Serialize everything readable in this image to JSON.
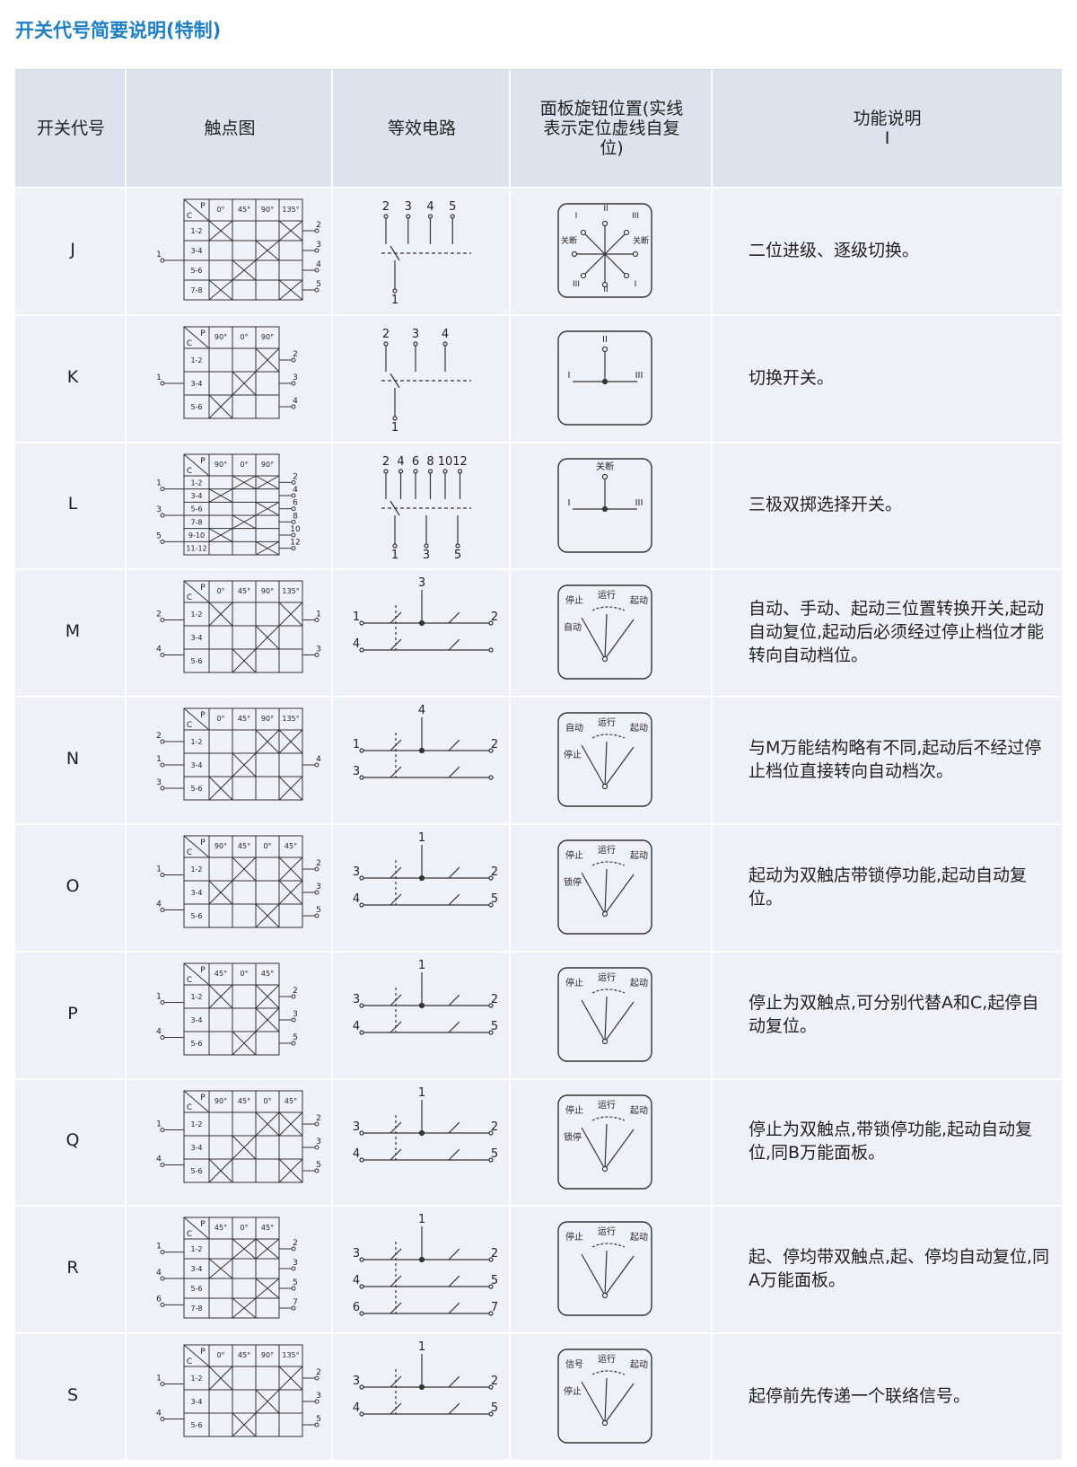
{
  "title": "开关代号简要说明(特制)",
  "headers": {
    "code": "开关代号",
    "contact": "触点图",
    "circuit": "等效电路",
    "knob": "面板旋钮位置(实线表示定位虚线自复位)",
    "function": "功能说明",
    "function_sub": "I"
  },
  "rows": [
    {
      "code": "J",
      "function": "二位进级、逐级切换。",
      "contact": {
        "angles": [
          "0°",
          "45°",
          "90°",
          "135°"
        ],
        "rows": [
          "1-2",
          "3-4",
          "5-6",
          "7-8"
        ],
        "left": [
          "1"
        ],
        "right": [
          "2",
          "3",
          "4",
          "5"
        ]
      },
      "circuit_labels": [
        "2",
        "3",
        "4",
        "5",
        "1"
      ],
      "knob_labels": [
        "I",
        "II",
        "III",
        "关断",
        "关断",
        "III",
        "II",
        "I"
      ]
    },
    {
      "code": "K",
      "function": "切换开关。",
      "contact": {
        "angles": [
          "90°",
          "0°",
          "90°"
        ],
        "rows": [
          "1-2",
          "3-4",
          "5-6"
        ],
        "left": [
          "1"
        ],
        "right": [
          "2",
          "3",
          "4"
        ]
      },
      "circuit_labels": [
        "2",
        "3",
        "4",
        "1"
      ],
      "knob_labels": [
        "II",
        "I",
        "III"
      ]
    },
    {
      "code": "L",
      "function": "三极双掷选择开关。",
      "contact": {
        "angles": [
          "90°",
          "0°",
          "90°"
        ],
        "rows": [
          "1-2",
          "3-4",
          "5-6",
          "7-8",
          "9-10",
          "11-12"
        ],
        "left": [
          "1",
          "3",
          "5"
        ],
        "right": [
          "2",
          "4",
          "6",
          "8",
          "10",
          "12"
        ]
      },
      "circuit_labels": [
        "2",
        "4",
        "6",
        "8",
        "10",
        "12",
        "1",
        "3",
        "5"
      ],
      "knob_labels": [
        "关断",
        "I",
        "III"
      ]
    },
    {
      "code": "M",
      "function": "自动、手动、起动三位置转换开关,起动自动复位,起动后必须经过停止档位才能转向自动档位。",
      "contact": {
        "angles": [
          "0°",
          "45°",
          "90°",
          "135°"
        ],
        "rows": [
          "1-2",
          "3-4",
          "5-6"
        ],
        "left": [
          "2",
          "4"
        ],
        "right": [
          "1",
          "3"
        ]
      },
      "circuit_labels": [
        "3",
        "1",
        "2",
        "4"
      ],
      "knob_labels": [
        "停止",
        "运行",
        "起动",
        "自动"
      ]
    },
    {
      "code": "N",
      "function": "与M万能结构略有不同,起动后不经过停止档位直接转向自动档次。",
      "contact": {
        "angles": [
          "0°",
          "45°",
          "90°",
          "135°"
        ],
        "rows": [
          "1-2",
          "3-4",
          "5-6"
        ],
        "left": [
          "2",
          "1",
          "3"
        ],
        "right": [
          "4"
        ]
      },
      "circuit_labels": [
        "4",
        "1",
        "2",
        "3"
      ],
      "knob_labels": [
        "自动",
        "运行",
        "起动",
        "停止"
      ]
    },
    {
      "code": "O",
      "function": "起动为双触店带锁停功能,起动自动复位。",
      "contact": {
        "angles": [
          "90°",
          "45°",
          "0°",
          "45°"
        ],
        "rows": [
          "1-2",
          "3-4",
          "5-6"
        ],
        "left": [
          "1",
          "4"
        ],
        "right": [
          "2",
          "3",
          "5"
        ]
      },
      "circuit_labels": [
        "1",
        "3",
        "2",
        "4",
        "5"
      ],
      "knob_labels": [
        "停止",
        "运行",
        "起动",
        "锁停"
      ]
    },
    {
      "code": "P",
      "function": "停止为双触点,可分别代替A和C,起停自动复位。",
      "contact": {
        "angles": [
          "45°",
          "0°",
          "45°"
        ],
        "rows": [
          "1-2",
          "3-4",
          "5-6"
        ],
        "left": [
          "1",
          "4"
        ],
        "right": [
          "2",
          "3",
          "5"
        ]
      },
      "circuit_labels": [
        "1",
        "3",
        "2",
        "4",
        "5"
      ],
      "knob_labels": [
        "停止",
        "运行",
        "起动"
      ]
    },
    {
      "code": "Q",
      "function": "停止为双触点,带锁停功能,起动自动复位,同B万能面板。",
      "contact": {
        "angles": [
          "90°",
          "45°",
          "0°",
          "45°"
        ],
        "rows": [
          "1-2",
          "3-4",
          "5-6"
        ],
        "left": [
          "1",
          "4"
        ],
        "right": [
          "2",
          "3",
          "5"
        ]
      },
      "circuit_labels": [
        "1",
        "3",
        "2",
        "4",
        "5"
      ],
      "knob_labels": [
        "停止",
        "运行",
        "起动",
        "锁停"
      ]
    },
    {
      "code": "R",
      "function": "起、停均带双触点,起、停均自动复位,同A万能面板。",
      "contact": {
        "angles": [
          "45°",
          "0°",
          "45°"
        ],
        "rows": [
          "1-2",
          "3-4",
          "5-6",
          "7-8"
        ],
        "left": [
          "1",
          "4",
          "6"
        ],
        "right": [
          "2",
          "3",
          "5",
          "7"
        ]
      },
      "circuit_labels": [
        "1",
        "3",
        "2",
        "4",
        "5",
        "6",
        "7"
      ],
      "knob_labels": [
        "停止",
        "运行",
        "起动"
      ]
    },
    {
      "code": "S",
      "function": "起停前先传递一个联络信号。",
      "contact": {
        "angles": [
          "0°",
          "45°",
          "90°",
          "135°"
        ],
        "rows": [
          "1-2",
          "3-4",
          "5-6"
        ],
        "left": [
          "1",
          "4"
        ],
        "right": [
          "2",
          "3",
          "5"
        ]
      },
      "circuit_labels": [
        "1",
        "3",
        "2",
        "4",
        "5"
      ],
      "knob_labels": [
        "信号",
        "运行",
        "起动",
        "停止"
      ]
    }
  ]
}
